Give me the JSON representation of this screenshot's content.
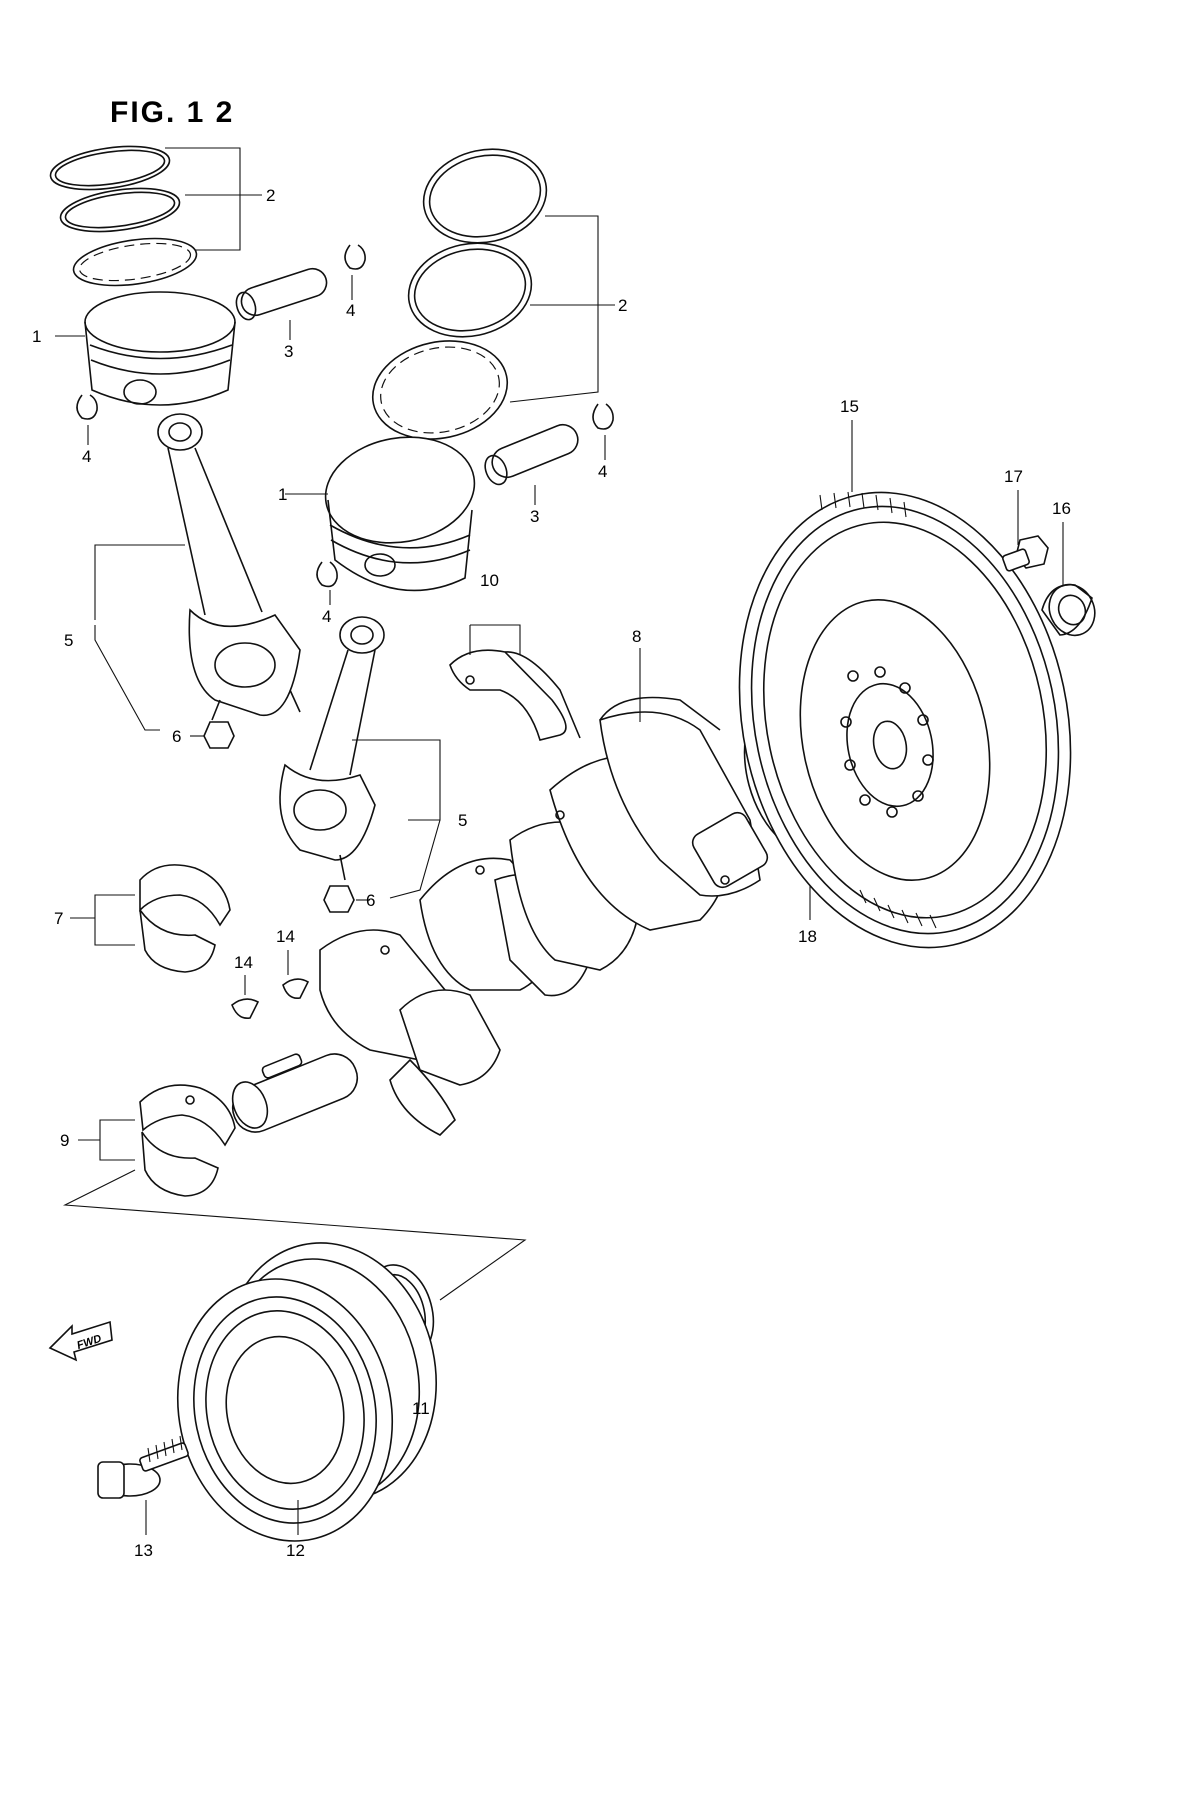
{
  "figure": {
    "title": "FIG. 1 2",
    "fwd_label": "FWD"
  },
  "callouts": {
    "c1a": "1",
    "c2a": "2",
    "c3a": "3",
    "c4a": "4",
    "c4b": "4",
    "c5a": "5",
    "c6a": "6",
    "c1b": "1",
    "c2b": "2",
    "c3b": "3",
    "c4c": "4",
    "c4d": "4",
    "c5b": "5",
    "c6b": "6",
    "c7": "7",
    "c8": "8",
    "c9": "9",
    "c10": "10",
    "c11": "11",
    "c12": "12",
    "c13": "13",
    "c14a": "14",
    "c14b": "14",
    "c15": "15",
    "c16": "16",
    "c17": "17",
    "c18": "18"
  }
}
